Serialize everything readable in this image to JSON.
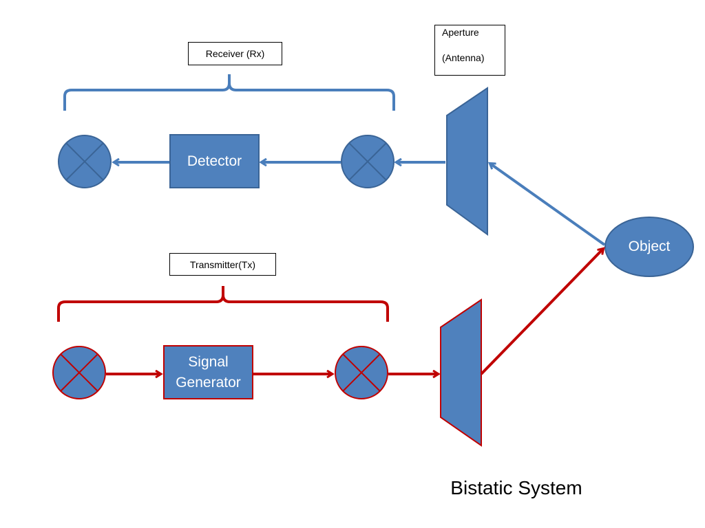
{
  "receiver": {
    "label": "Receiver (Rx)",
    "color": "#4A7EBB"
  },
  "transmitter": {
    "label": "Transmitter(Tx)",
    "color": "#C00000"
  },
  "aperture": {
    "line1": "Aperture",
    "line2": "(Antenna)"
  },
  "blocks": {
    "detector": "Detector",
    "signal_generator_line1": "Signal",
    "signal_generator_line2": "Generator",
    "object": "Object"
  },
  "caption": "Bistatic System",
  "colors": {
    "fill": "#4F81BD",
    "rx_stroke": "#3A6496",
    "tx_stroke": "#C00000"
  }
}
